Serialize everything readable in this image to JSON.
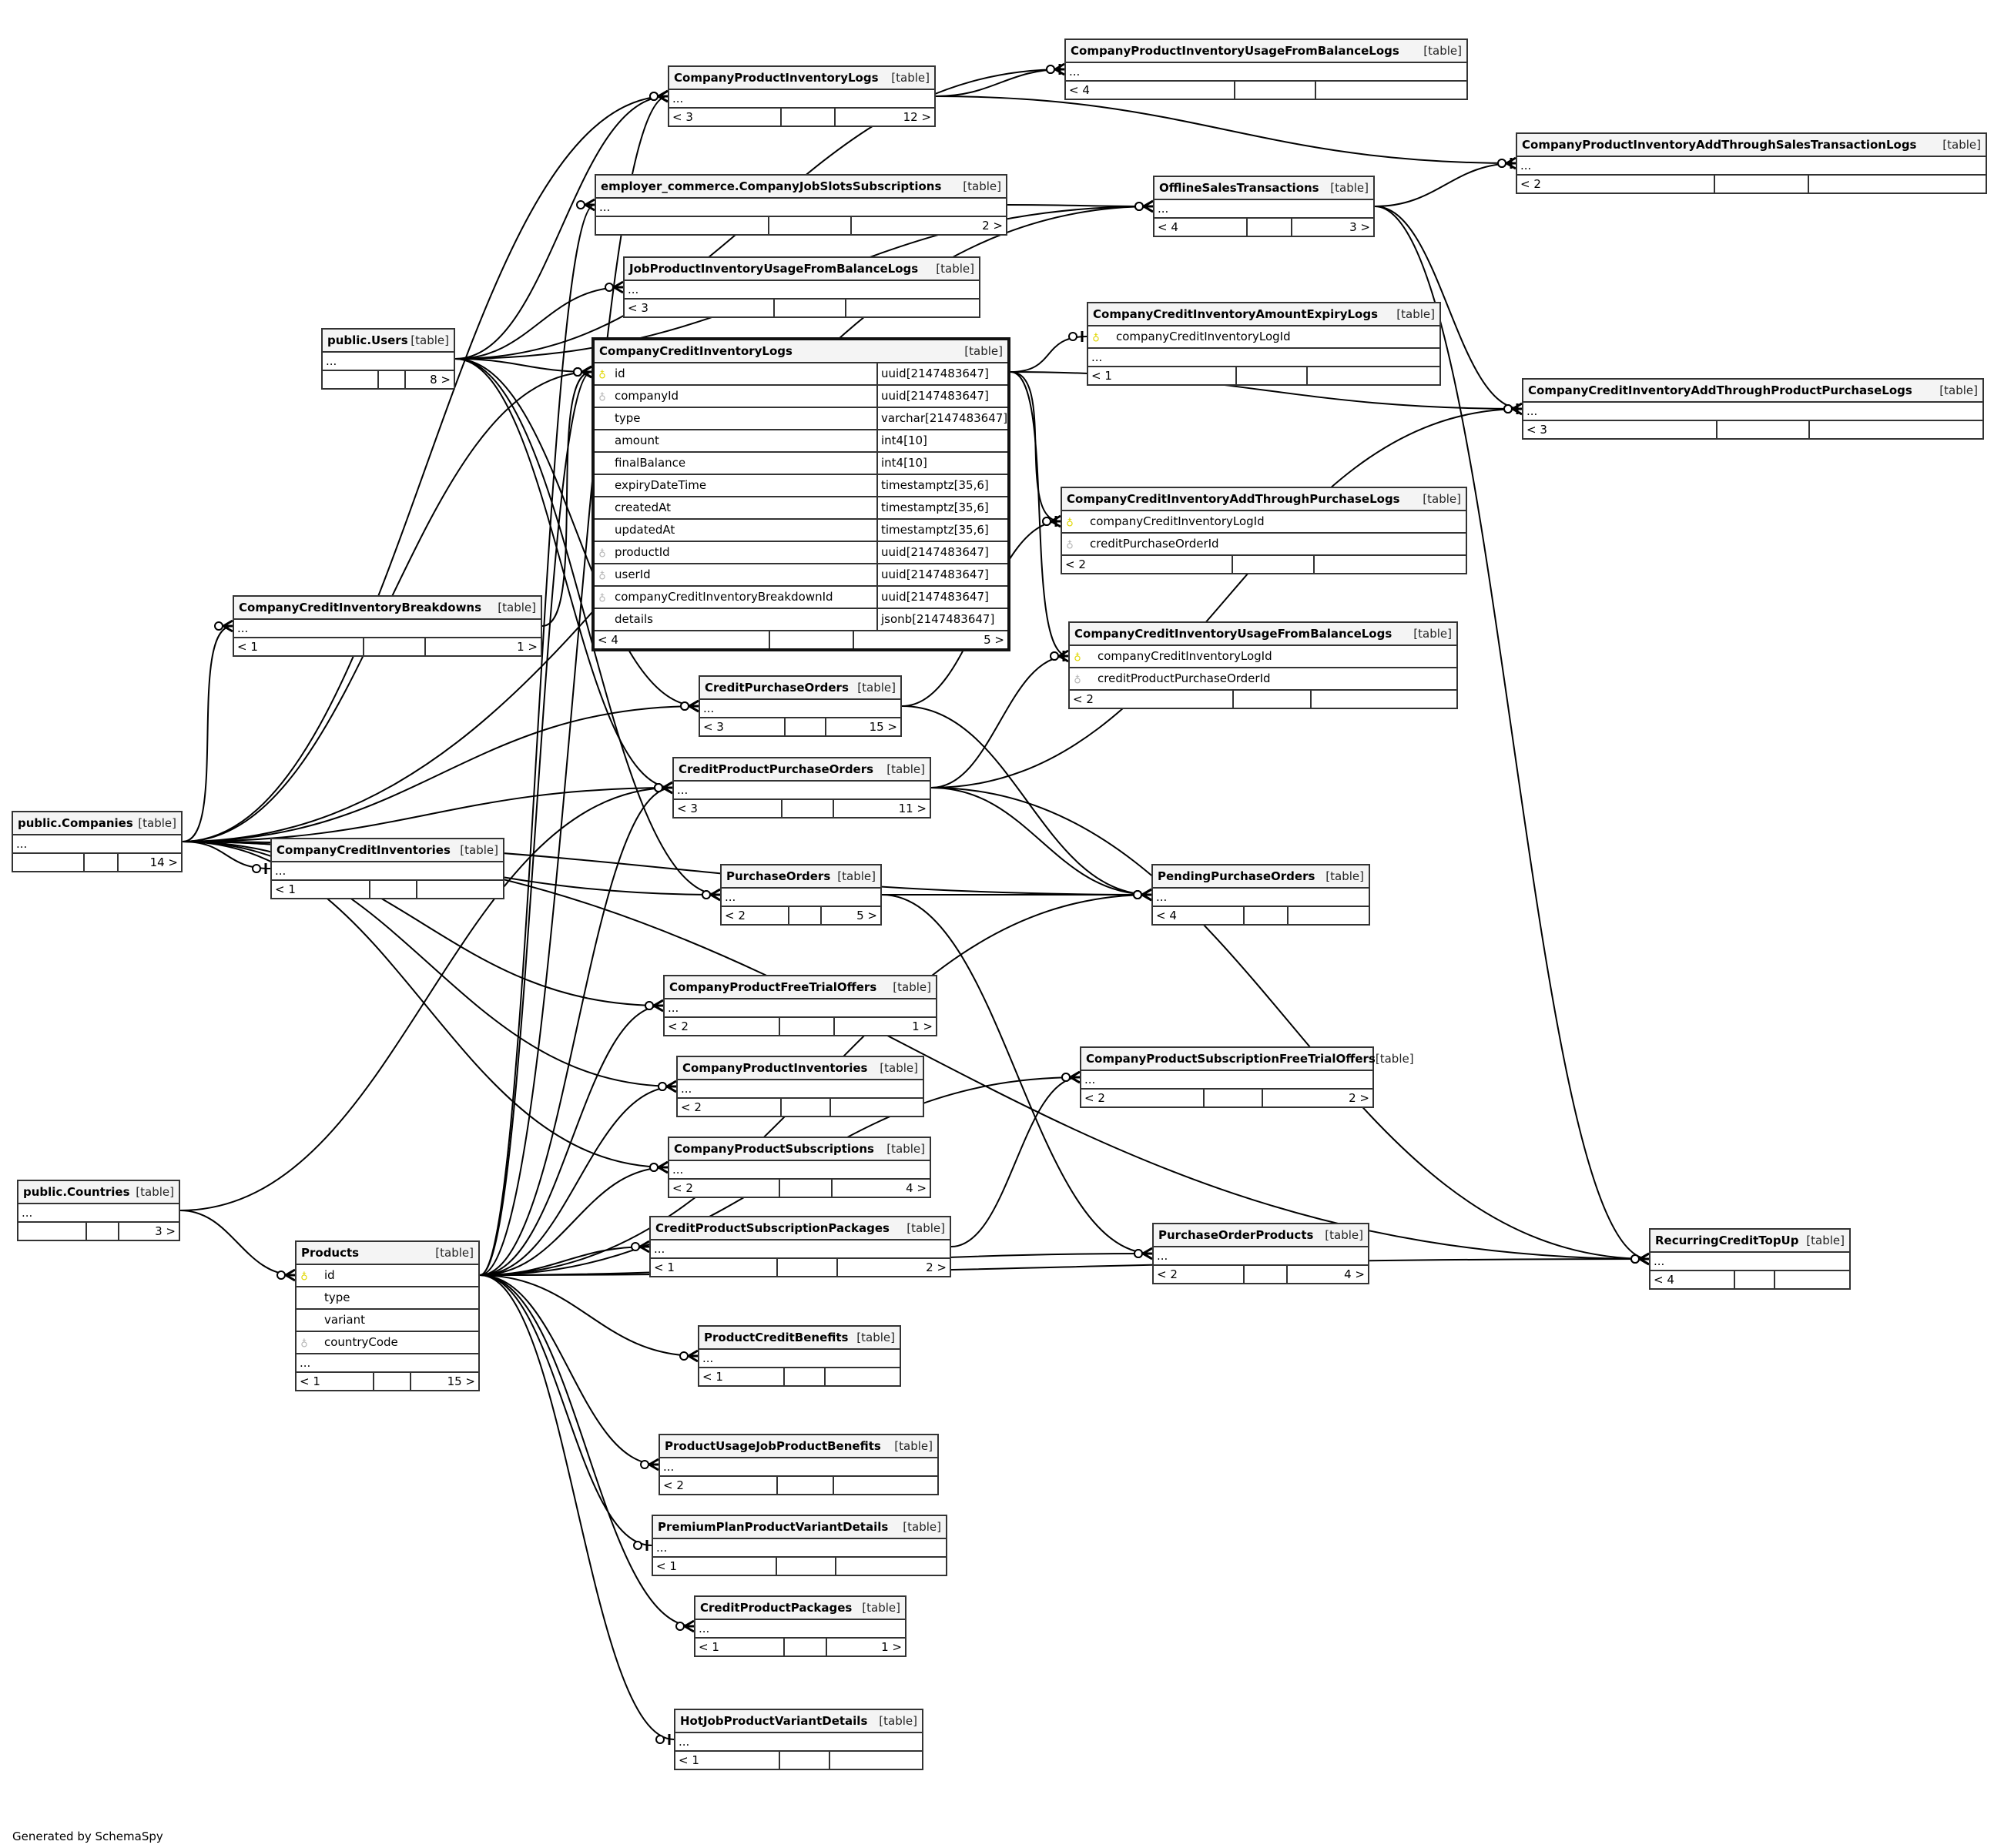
{
  "footer": "Generated by SchemaSpy",
  "kind_label": "[table]",
  "tables": [
    {
      "id": "cpiufbl",
      "name": "CompanyProductInventoryUsageFromBalanceLogs",
      "rows": [],
      "ellipsis": "...",
      "prev": "< 4",
      "next": ""
    },
    {
      "id": "cpil",
      "name": "CompanyProductInventoryLogs",
      "rows": [],
      "ellipsis": "...",
      "prev": "< 3",
      "next": "12 >"
    },
    {
      "id": "cpiatstl",
      "name": "CompanyProductInventoryAddThroughSalesTransactionLogs",
      "rows": [],
      "ellipsis": "...",
      "prev": "< 2",
      "next": ""
    },
    {
      "id": "cjss",
      "name": "employer_commerce.CompanyJobSlotsSubscriptions",
      "rows": [],
      "ellipsis": "...",
      "prev": "",
      "next": "2 >"
    },
    {
      "id": "ost",
      "name": "OfflineSalesTransactions",
      "rows": [],
      "ellipsis": "...",
      "prev": "< 4",
      "next": "3 >"
    },
    {
      "id": "jpiufbl",
      "name": "JobProductInventoryUsageFromBalanceLogs",
      "rows": [],
      "ellipsis": "...",
      "prev": "< 3",
      "next": ""
    },
    {
      "id": "users",
      "name": "public.Users",
      "rows": [],
      "ellipsis": "...",
      "prev": "",
      "next": "8 >"
    },
    {
      "id": "ccil",
      "name": "CompanyCreditInventoryLogs",
      "focus": true,
      "ellipsis": null,
      "prev": "< 4",
      "next": "5 >",
      "rows": [
        {
          "key": "pk",
          "col": "id",
          "type": "uuid[2147483647]"
        },
        {
          "key": "fk",
          "col": "companyId",
          "type": "uuid[2147483647]"
        },
        {
          "key": "",
          "col": "type",
          "type": "varchar[2147483647]"
        },
        {
          "key": "",
          "col": "amount",
          "type": "int4[10]"
        },
        {
          "key": "",
          "col": "finalBalance",
          "type": "int4[10]"
        },
        {
          "key": "",
          "col": "expiryDateTime",
          "type": "timestamptz[35,6]"
        },
        {
          "key": "",
          "col": "createdAt",
          "type": "timestamptz[35,6]"
        },
        {
          "key": "",
          "col": "updatedAt",
          "type": "timestamptz[35,6]"
        },
        {
          "key": "fk",
          "col": "productId",
          "type": "uuid[2147483647]"
        },
        {
          "key": "fk",
          "col": "userId",
          "type": "uuid[2147483647]"
        },
        {
          "key": "fk",
          "col": "companyCreditInventoryBreakdownId",
          "type": "uuid[2147483647]"
        },
        {
          "key": "",
          "col": "details",
          "type": "jsonb[2147483647]"
        }
      ]
    },
    {
      "id": "cciael",
      "name": "CompanyCreditInventoryAmountExpiryLogs",
      "rows": [
        {
          "key": "pk",
          "col": "companyCreditInventoryLogId",
          "type": null
        }
      ],
      "ellipsis": "...",
      "prev": "< 1",
      "next": ""
    },
    {
      "id": "cciatppl",
      "name": "CompanyCreditInventoryAddThroughProductPurchaseLogs",
      "rows": [],
      "ellipsis": "...",
      "prev": "< 3",
      "next": ""
    },
    {
      "id": "cciatpl",
      "name": "CompanyCreditInventoryAddThroughPurchaseLogs",
      "rows": [
        {
          "key": "pk",
          "col": "companyCreditInventoryLogId",
          "type": null
        },
        {
          "key": "fk",
          "col": "creditPurchaseOrderId",
          "type": null
        }
      ],
      "ellipsis": null,
      "prev": "< 2",
      "next": ""
    },
    {
      "id": "cciufbl",
      "name": "CompanyCreditInventoryUsageFromBalanceLogs",
      "rows": [
        {
          "key": "pk",
          "col": "companyCreditInventoryLogId",
          "type": null
        },
        {
          "key": "fk",
          "col": "creditProductPurchaseOrderId",
          "type": null
        }
      ],
      "ellipsis": null,
      "prev": "< 2",
      "next": ""
    },
    {
      "id": "ccib",
      "name": "CompanyCreditInventoryBreakdowns",
      "rows": [],
      "ellipsis": "...",
      "prev": "< 1",
      "next": "1 >"
    },
    {
      "id": "cpo",
      "name": "CreditPurchaseOrders",
      "rows": [],
      "ellipsis": "...",
      "prev": "< 3",
      "next": "15 >"
    },
    {
      "id": "cppo",
      "name": "CreditProductPurchaseOrders",
      "rows": [],
      "ellipsis": "...",
      "prev": "< 3",
      "next": "11 >"
    },
    {
      "id": "companies",
      "name": "public.Companies",
      "rows": [],
      "ellipsis": "...",
      "prev": "",
      "next": "14 >"
    },
    {
      "id": "cci",
      "name": "CompanyCreditInventories",
      "rows": [],
      "ellipsis": "...",
      "prev": "< 1",
      "next": ""
    },
    {
      "id": "po",
      "name": "PurchaseOrders",
      "rows": [],
      "ellipsis": "...",
      "prev": "< 2",
      "next": "5 >"
    },
    {
      "id": "ppo",
      "name": "PendingPurchaseOrders",
      "rows": [],
      "ellipsis": "...",
      "prev": "< 4",
      "next": ""
    },
    {
      "id": "cpfto",
      "name": "CompanyProductFreeTrialOffers",
      "rows": [],
      "ellipsis": "...",
      "prev": "< 2",
      "next": "1 >"
    },
    {
      "id": "cpsfto",
      "name": "CompanyProductSubscriptionFreeTrialOffers",
      "rows": [],
      "ellipsis": "...",
      "prev": "< 2",
      "next": "2 >"
    },
    {
      "id": "cpi",
      "name": "CompanyProductInventories",
      "rows": [],
      "ellipsis": "...",
      "prev": "< 2",
      "next": ""
    },
    {
      "id": "countries",
      "name": "public.Countries",
      "rows": [],
      "ellipsis": "...",
      "prev": "",
      "next": "3 >"
    },
    {
      "id": "cps",
      "name": "CompanyProductSubscriptions",
      "rows": [],
      "ellipsis": "...",
      "prev": "< 2",
      "next": "4 >"
    },
    {
      "id": "products",
      "name": "Products",
      "rows": [
        {
          "key": "pk",
          "col": "id",
          "type": null
        },
        {
          "key": "",
          "col": "type",
          "type": null
        },
        {
          "key": "",
          "col": "variant",
          "type": null
        },
        {
          "key": "fk",
          "col": "countryCode",
          "type": null
        }
      ],
      "ellipsis": "...",
      "prev": "< 1",
      "next": "15 >"
    },
    {
      "id": "cpsp",
      "name": "CreditProductSubscriptionPackages",
      "rows": [],
      "ellipsis": "...",
      "prev": "< 1",
      "next": "2 >"
    },
    {
      "id": "pop",
      "name": "PurchaseOrderProducts",
      "rows": [],
      "ellipsis": "...",
      "prev": "< 2",
      "next": "4 >"
    },
    {
      "id": "rctu",
      "name": "RecurringCreditTopUp",
      "rows": [],
      "ellipsis": "...",
      "prev": "< 4",
      "next": ""
    },
    {
      "id": "pcb",
      "name": "ProductCreditBenefits",
      "rows": [],
      "ellipsis": "...",
      "prev": "< 1",
      "next": ""
    },
    {
      "id": "pujpb",
      "name": "ProductUsageJobProductBenefits",
      "rows": [],
      "ellipsis": "...",
      "prev": "< 2",
      "next": ""
    },
    {
      "id": "pppvd",
      "name": "PremiumPlanProductVariantDetails",
      "rows": [],
      "ellipsis": "...",
      "prev": "< 1",
      "next": ""
    },
    {
      "id": "cpp",
      "name": "CreditProductPackages",
      "rows": [],
      "ellipsis": "...",
      "prev": "< 1",
      "next": "1 >"
    },
    {
      "id": "hjpvd",
      "name": "HotJobProductVariantDetails",
      "rows": [],
      "ellipsis": "...",
      "prev": "< 1",
      "next": ""
    }
  ],
  "relationships": [
    {
      "from": "cpil",
      "to": "cpiufbl",
      "card": "zero-or-one"
    },
    {
      "from": "cpil",
      "to": "cpiatstl",
      "card": "zero-or-one"
    },
    {
      "from": "companies",
      "to": "cpil",
      "card": "zero-or-many"
    },
    {
      "from": "users",
      "to": "cpil",
      "card": "zero-or-many"
    },
    {
      "from": "users",
      "to": "cpiufbl",
      "card": "zero-or-many"
    },
    {
      "from": "companies",
      "to": "ost",
      "card": "zero-or-many"
    },
    {
      "from": "cjss",
      "to": "ost",
      "card": "zero-or-many"
    },
    {
      "from": "users",
      "to": "ost",
      "card": "zero-or-many"
    },
    {
      "from": "ost",
      "to": "cpiatstl",
      "card": "zero-or-many"
    },
    {
      "from": "ost",
      "to": "cciatppl",
      "card": "zero-or-many"
    },
    {
      "from": "ost",
      "to": "rctu",
      "card": "zero-or-many"
    },
    {
      "from": "users",
      "to": "jpiufbl",
      "card": "zero-or-many"
    },
    {
      "from": "ccil",
      "to": "cciael",
      "card": "zero-or-one"
    },
    {
      "from": "ccil",
      "to": "cciatppl",
      "card": "zero-or-one"
    },
    {
      "from": "ccil",
      "to": "cciatpl",
      "card": "zero-or-one"
    },
    {
      "from": "ccil",
      "to": "cciufbl",
      "card": "zero-or-one"
    },
    {
      "from": "companies",
      "to": "ccil",
      "card": "zero-or-many"
    },
    {
      "from": "products",
      "to": "ccil",
      "card": "zero-or-many"
    },
    {
      "from": "users",
      "to": "ccil",
      "card": "zero-or-many"
    },
    {
      "from": "ccib",
      "to": "ccil",
      "card": "zero-or-many"
    },
    {
      "from": "companies",
      "to": "ccib",
      "card": "zero-or-many"
    },
    {
      "from": "cpo",
      "to": "cciatpl",
      "card": "zero-or-many"
    },
    {
      "from": "cppo",
      "to": "cciufbl",
      "card": "zero-or-many"
    },
    {
      "from": "cppo",
      "to": "cciatppl",
      "card": "zero-or-many"
    },
    {
      "from": "companies",
      "to": "cpo",
      "card": "zero-or-many"
    },
    {
      "from": "users",
      "to": "cpo",
      "card": "zero-or-many"
    },
    {
      "from": "companies",
      "to": "cppo",
      "card": "zero-or-many"
    },
    {
      "from": "users",
      "to": "cppo",
      "card": "zero-or-many"
    },
    {
      "from": "products",
      "to": "cppo",
      "card": "zero-or-many"
    },
    {
      "from": "companies",
      "to": "cci",
      "card": "zero-or-one"
    },
    {
      "from": "companies",
      "to": "po",
      "card": "zero-or-many"
    },
    {
      "from": "users",
      "to": "po",
      "card": "zero-or-many"
    },
    {
      "from": "cpo",
      "to": "ppo",
      "card": "zero-or-many"
    },
    {
      "from": "cppo",
      "to": "ppo",
      "card": "zero-or-many"
    },
    {
      "from": "po",
      "to": "ppo",
      "card": "zero-or-many"
    },
    {
      "from": "companies",
      "to": "ppo",
      "card": "zero-or-many"
    },
    {
      "from": "products",
      "to": "ppo",
      "card": "zero-or-many"
    },
    {
      "from": "companies",
      "to": "cpfto",
      "card": "zero-or-many"
    },
    {
      "from": "products",
      "to": "cpfto",
      "card": "zero-or-many"
    },
    {
      "from": "companies",
      "to": "cpi",
      "card": "zero-or-many"
    },
    {
      "from": "products",
      "to": "cpi",
      "card": "zero-or-many"
    },
    {
      "from": "companies",
      "to": "cps",
      "card": "zero-or-many"
    },
    {
      "from": "products",
      "to": "cps",
      "card": "zero-or-many"
    },
    {
      "from": "cpsp",
      "to": "cpsfto",
      "card": "zero-or-many"
    },
    {
      "from": "products",
      "to": "cpsfto",
      "card": "zero-or-many"
    },
    {
      "from": "countries",
      "to": "products",
      "card": "zero-or-many"
    },
    {
      "from": "countries",
      "to": "cppo",
      "card": "zero-or-many"
    },
    {
      "from": "products",
      "to": "cpsp",
      "card": "zero-or-many"
    },
    {
      "from": "po",
      "to": "pop",
      "card": "zero-or-many"
    },
    {
      "from": "products",
      "to": "pop",
      "card": "zero-or-many"
    },
    {
      "from": "cppo",
      "to": "rctu",
      "card": "zero-or-many"
    },
    {
      "from": "products",
      "to": "rctu",
      "card": "zero-or-many"
    },
    {
      "from": "companies",
      "to": "rctu",
      "card": "zero-or-many"
    },
    {
      "from": "products",
      "to": "pcb",
      "card": "zero-or-many"
    },
    {
      "from": "products",
      "to": "pujpb",
      "card": "zero-or-many"
    },
    {
      "from": "products",
      "to": "pppvd",
      "card": "zero-or-one"
    },
    {
      "from": "products",
      "to": "cpp",
      "card": "zero-or-many"
    },
    {
      "from": "products",
      "to": "hjpvd",
      "card": "zero-or-one"
    },
    {
      "from": "products",
      "to": "cpil",
      "card": "zero-or-many"
    },
    {
      "from": "products",
      "to": "cjss",
      "card": "zero-or-many"
    }
  ]
}
